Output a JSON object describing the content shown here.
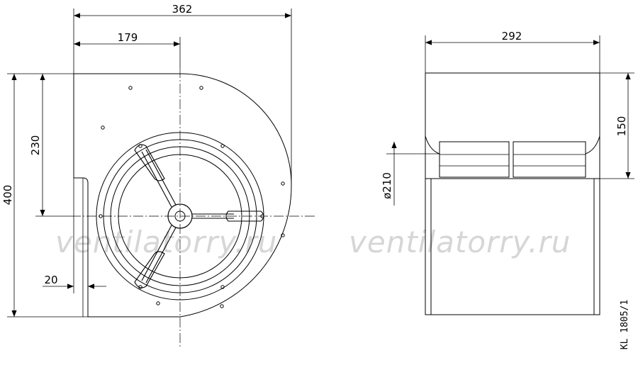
{
  "front_view": {
    "dim_total_width": "362",
    "dim_axis_offset": "179",
    "dim_total_height": "400",
    "dim_axis_height": "230",
    "dim_outlet_offset": "20"
  },
  "side_view": {
    "dim_width": "292",
    "dim_height": "150",
    "dim_diameter": "ø210"
  },
  "watermark": {
    "left": "ventilatorry.ru",
    "right": "ventilatorry.ru"
  },
  "drawing_code": "KL 1805/1",
  "colors": {
    "line": "#000000",
    "watermark": "#d6d6d6",
    "background": "#ffffff"
  }
}
